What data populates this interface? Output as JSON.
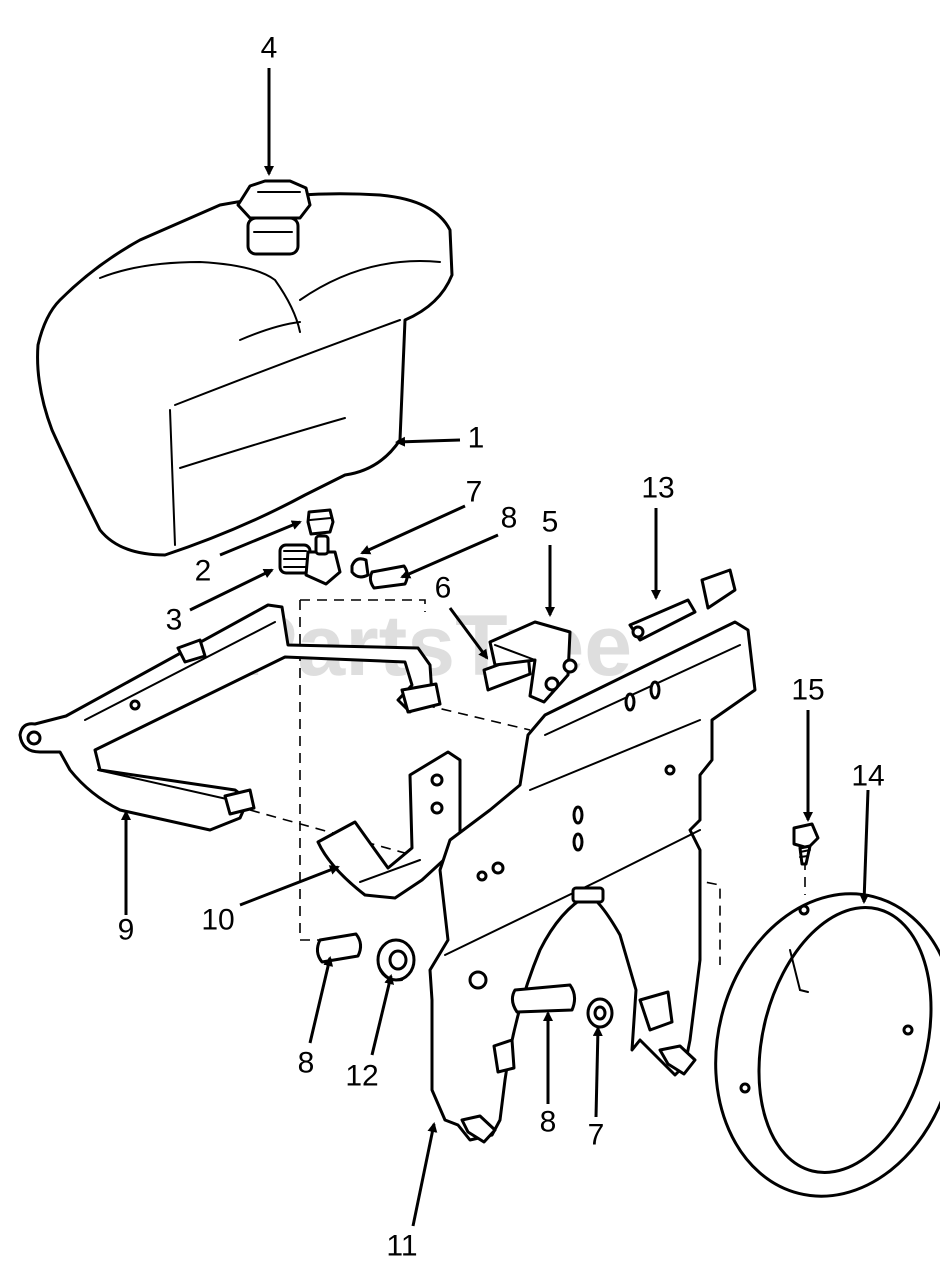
{
  "watermark": "PartsTree",
  "callouts": [
    {
      "id": "c4",
      "label": "4"
    },
    {
      "id": "c1",
      "label": "1"
    },
    {
      "id": "c7a",
      "label": "7"
    },
    {
      "id": "c8a",
      "label": "8"
    },
    {
      "id": "c2",
      "label": "2"
    },
    {
      "id": "c5",
      "label": "5"
    },
    {
      "id": "c13",
      "label": "13"
    },
    {
      "id": "c3",
      "label": "3"
    },
    {
      "id": "c6",
      "label": "6"
    },
    {
      "id": "c15",
      "label": "15"
    },
    {
      "id": "c14",
      "label": "14"
    },
    {
      "id": "c9",
      "label": "9"
    },
    {
      "id": "c10",
      "label": "10"
    },
    {
      "id": "c8b",
      "label": "8"
    },
    {
      "id": "c12",
      "label": "12"
    },
    {
      "id": "c8c",
      "label": "8"
    },
    {
      "id": "c7b",
      "label": "7"
    },
    {
      "id": "c11",
      "label": "11"
    }
  ]
}
